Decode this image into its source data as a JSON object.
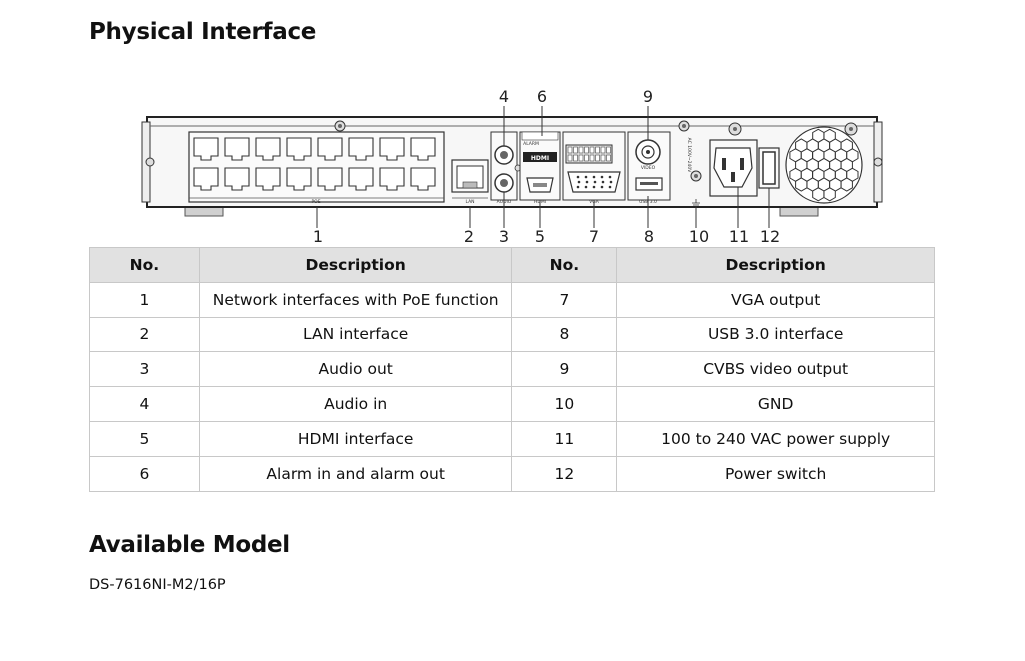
{
  "section_physical": {
    "title": "Physical Interface"
  },
  "diagram": {
    "callouts": [
      "1",
      "2",
      "3",
      "4",
      "5",
      "6",
      "7",
      "8",
      "9",
      "10",
      "11",
      "12"
    ],
    "panel_labels": {
      "poe": "POE",
      "lan": "LAN",
      "audio": "AUDIO",
      "hdmi": "HDMI",
      "vga": "VGA",
      "usb": "USB 3.0",
      "alarm": "ALARM",
      "video": "VIDEO",
      "power": "AC 100V~240V"
    }
  },
  "table": {
    "headers": [
      "No.",
      "Description",
      "No.",
      "Description"
    ],
    "rows": [
      [
        "1",
        "Network interfaces with PoE function",
        "7",
        "VGA output"
      ],
      [
        "2",
        "LAN interface",
        "8",
        "USB 3.0 interface"
      ],
      [
        "3",
        "Audio out",
        "9",
        "CVBS video output"
      ],
      [
        "4",
        "Audio in",
        "10",
        "GND"
      ],
      [
        "5",
        "HDMI interface",
        "11",
        "100 to 240 VAC power supply"
      ],
      [
        "6",
        "Alarm in and alarm out",
        "12",
        "Power switch"
      ]
    ]
  },
  "section_model": {
    "title": "Available Model",
    "model": "DS-7616NI-M2/16P"
  }
}
